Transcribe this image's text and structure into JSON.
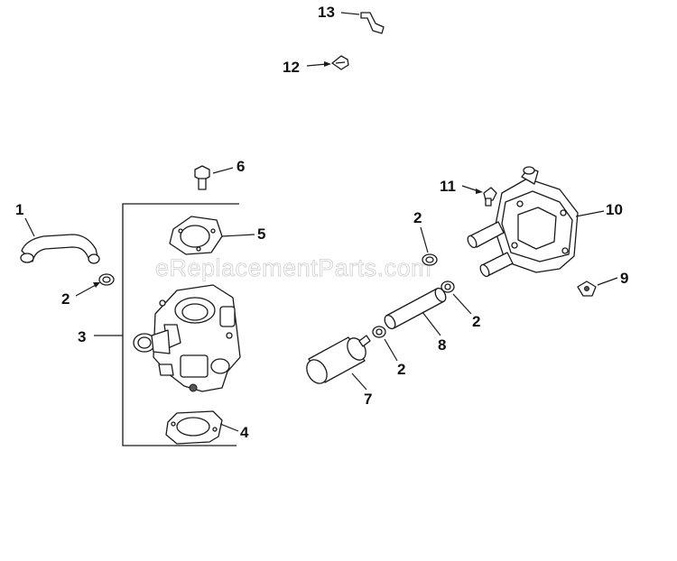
{
  "watermark": "eReplacementParts.com",
  "callouts": {
    "c1": "1",
    "c2a": "2",
    "c2b": "2",
    "c2c": "2",
    "c2d": "2",
    "c3": "3",
    "c4": "4",
    "c5": "5",
    "c6": "6",
    "c7": "7",
    "c8": "8",
    "c9": "9",
    "c10": "10",
    "c11": "11",
    "c12": "12",
    "c13": "13"
  },
  "colors": {
    "line": "#1a1a1a",
    "watermark": "#cfcfcf",
    "background": "#ffffff"
  }
}
